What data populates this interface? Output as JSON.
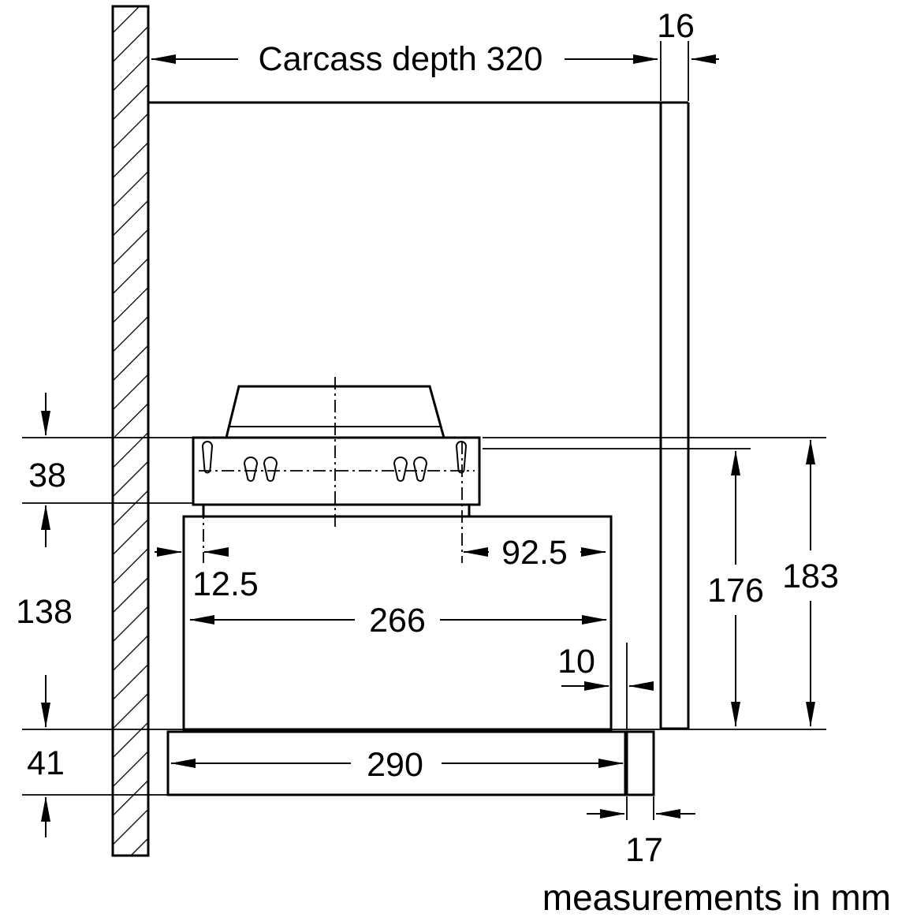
{
  "diagram": {
    "footer": "measurements in mm",
    "labels": {
      "carcass_depth": "Carcass depth 320",
      "top_panel_thickness": "16",
      "bracket_height": "38",
      "body_height": "138",
      "visor_height": "41",
      "side_inset": "12.5",
      "right_inset": "92.5",
      "body_width": "266",
      "front_gap": "10",
      "visor_width": "290",
      "door_thickness": "17",
      "install_height_inner": "176",
      "install_height_outer": "183"
    },
    "colors": {
      "line": "#000000",
      "background": "#ffffff"
    }
  }
}
